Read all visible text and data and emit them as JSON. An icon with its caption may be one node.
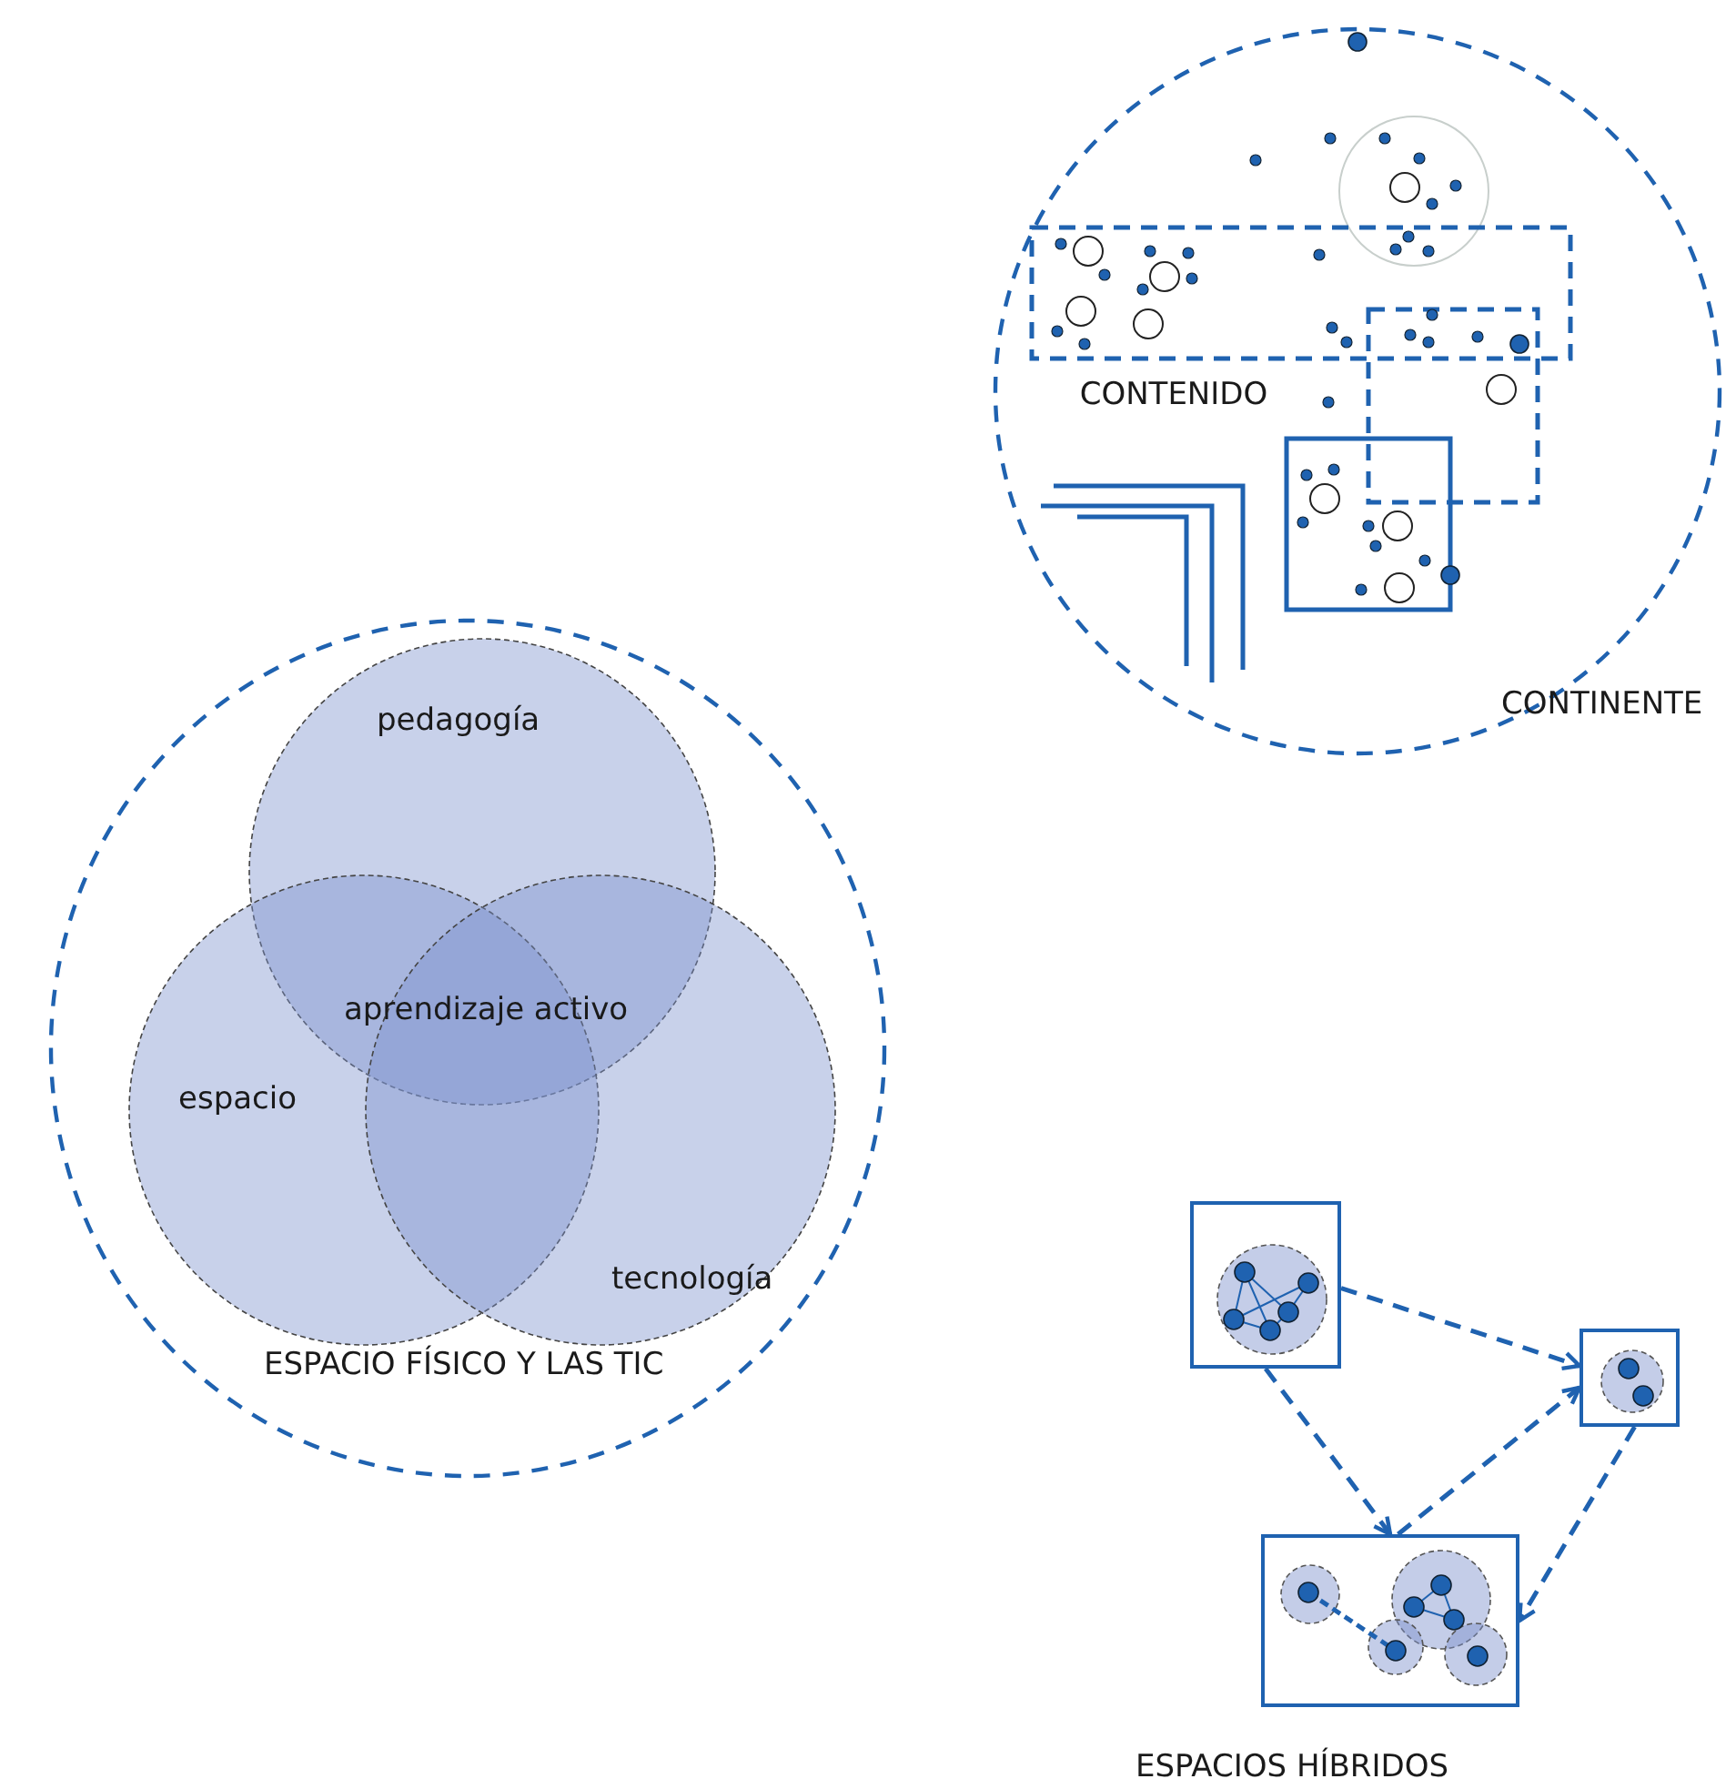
{
  "diagram": {
    "nodes": [
      {
        "text": [
          "CONTINENTE"
        ]
      },
      {
        "text": [
          "ESPACIO FÍSICO Y LAS TIC"
        ]
      },
      {
        "text": [
          "pedagogía"
        ],
        "in": 1
      },
      {
        "text": [
          "espacio"
        ],
        "in": 1
      },
      {
        "text": [
          "tecnología"
        ],
        "in": 1
      },
      {
        "text": [],
        "shape": "box"
      },
      {
        "text": [],
        "shape": "box"
      },
      {
        "text": [],
        "shape": "box"
      }
    ],
    "edges": [
      {
        "from": 5,
        "to": 6,
        "arrow": "to",
        "style": "dashed"
      },
      {
        "from": 5,
        "to": 7,
        "arrow": "to",
        "style": "dashed"
      },
      {
        "from": 7,
        "to": 6,
        "arrow": "to",
        "style": "dashed"
      },
      {
        "from": 6,
        "to": 7,
        "arrow": "to",
        "style": "dashed"
      }
    ],
    "labels": [
      "CONTENIDO",
      "aprendizaje activo",
      "ESPACIOS HÍBRIDOS"
    ]
  }
}
